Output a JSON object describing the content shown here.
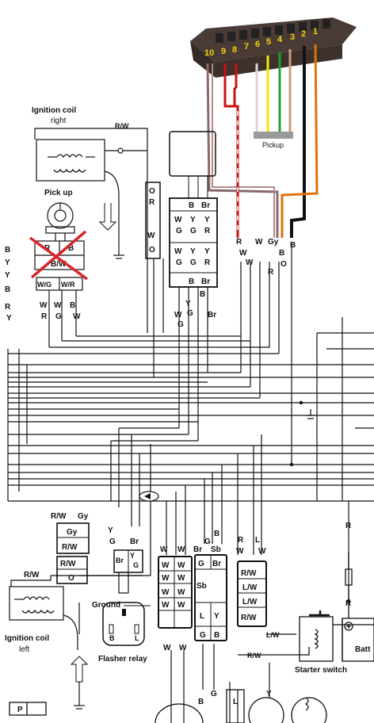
{
  "connector_pins": [
    "10",
    "9",
    "8",
    "7",
    "6",
    "5",
    "4",
    "3",
    "2",
    "1"
  ],
  "pickup_label": "Pickup",
  "ignition_coil_right": {
    "title": "Ignition coil",
    "side": "right",
    "wire": "R/W"
  },
  "ignition_coil_left": {
    "title": "Ignition coil",
    "side": "left",
    "wire": "R/W"
  },
  "pick_up": {
    "title": "Pick up",
    "cells_top": [
      "R",
      "B"
    ],
    "cells_mid": [
      "B/W"
    ],
    "cells_bot": [
      "W/G",
      "W/R"
    ],
    "wires": [
      "W",
      "R",
      "W",
      "G",
      "B",
      "W"
    ]
  },
  "left_edge_labels": [
    "B",
    "Y",
    "Y",
    "B",
    "R",
    "Y"
  ],
  "small_connector": {
    "cells": [
      "O",
      "R",
      "W",
      "O"
    ]
  },
  "main_connector": {
    "rows": [
      [
        "B",
        "Br"
      ],
      [
        "W",
        "Y",
        "Y"
      ],
      [
        "G",
        "G",
        "R"
      ],
      [
        "W",
        "Y",
        "Y"
      ],
      [
        "G",
        "G",
        "R"
      ],
      [
        "B",
        "Br"
      ]
    ],
    "wires_below": [
      "W",
      "Y",
      "G",
      "B",
      "Br",
      "G"
    ]
  },
  "cdi_wires": [
    "R",
    "W",
    "W",
    "Gy",
    "B",
    "B",
    "W",
    "R",
    "O"
  ],
  "gy_connector": {
    "top": [
      "R/W",
      "Gy"
    ],
    "cells": [
      "Gy",
      "R/W",
      "R/W",
      "O"
    ]
  },
  "yg_connector": {
    "labels": [
      "Y",
      "G",
      "Br"
    ],
    "cells": [
      "Br",
      "Y",
      "G"
    ]
  },
  "ww_connector": {
    "top": [
      "W",
      "W"
    ],
    "cells": [
      "W",
      "W",
      "W",
      "W",
      "W",
      "W",
      "W",
      "W"
    ],
    "bottom": [
      "W",
      "W"
    ]
  },
  "lly_connector": {
    "top": [
      "G",
      "B",
      "Br",
      "Sb"
    ],
    "cells": [
      "G",
      "Br",
      "Sb",
      "L",
      "Y",
      "G",
      "B"
    ]
  },
  "rw_connector": {
    "top": [
      "R",
      "W",
      "L",
      "W"
    ],
    "cells": [
      "R/W",
      "L/W",
      "L/W",
      "R/W"
    ]
  },
  "ground_label": "Ground",
  "flasher_relay": {
    "title": "Flasher relay",
    "pins": [
      "B",
      "L"
    ]
  },
  "starter_switch": {
    "title": "Starter switch",
    "wires": [
      "L/W",
      "R/W"
    ]
  },
  "battery_label": "Batt",
  "right_column_labels": [
    "R",
    "R"
  ],
  "bottom_labels": [
    "B",
    "G",
    "L",
    "Y"
  ],
  "bottom_left": [
    "P"
  ],
  "colors": {
    "pink_wire": "#b48a8a",
    "red": "#cc1111",
    "orange": "#e0700c",
    "black": "#111111",
    "yellow": "#f2e600",
    "green": "#22a033",
    "tan": "#c8a080",
    "gray": "#9a9a9a",
    "cross": "#d8262b"
  }
}
